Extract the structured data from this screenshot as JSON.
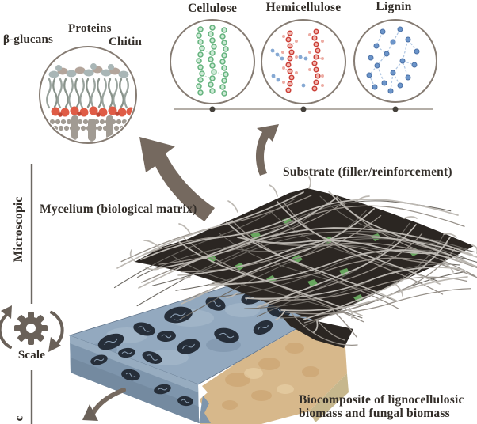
{
  "insets": {
    "fungal_cell_wall": {
      "labels": {
        "beta_glucans": "β-glucans",
        "proteins": "Proteins",
        "chitin": "Chitin"
      }
    },
    "polymers": [
      {
        "label": "Cellulose",
        "dot_color": "#63b27c"
      },
      {
        "label": "Hemicellulose",
        "dot_color": "#cb4038"
      },
      {
        "label": "Lignin",
        "dot_color": "#6c95ca"
      }
    ]
  },
  "annotations": {
    "mycelium": "Mycelium (biological matrix)",
    "substrate": "Substrate (filler/reinforcement)",
    "biocomposite_line1": "Biocomposite of lignocellulosic",
    "biocomposite_line2": "biomass and fungal biomass"
  },
  "axis": {
    "microscopic": "Microscopic",
    "scale": "Scale",
    "bottom_partial": "c"
  },
  "colors": {
    "text": "#332e29",
    "circle_outline": "#867c73",
    "arrow": "#75695f",
    "membrane_red": "#df5c46",
    "membrane_grey": "#a19b93",
    "mat_dark": "#2b2622",
    "fiber_light": "#bdb9b3",
    "mat_green": "#67a65e",
    "slab_blue_top": "#93a9bf",
    "slab_blue_front": "#7e95ac",
    "inclusion_dark": "#262e39",
    "slab_tan": "#d7b88b",
    "slab_tan_side": "#c6b78d"
  }
}
